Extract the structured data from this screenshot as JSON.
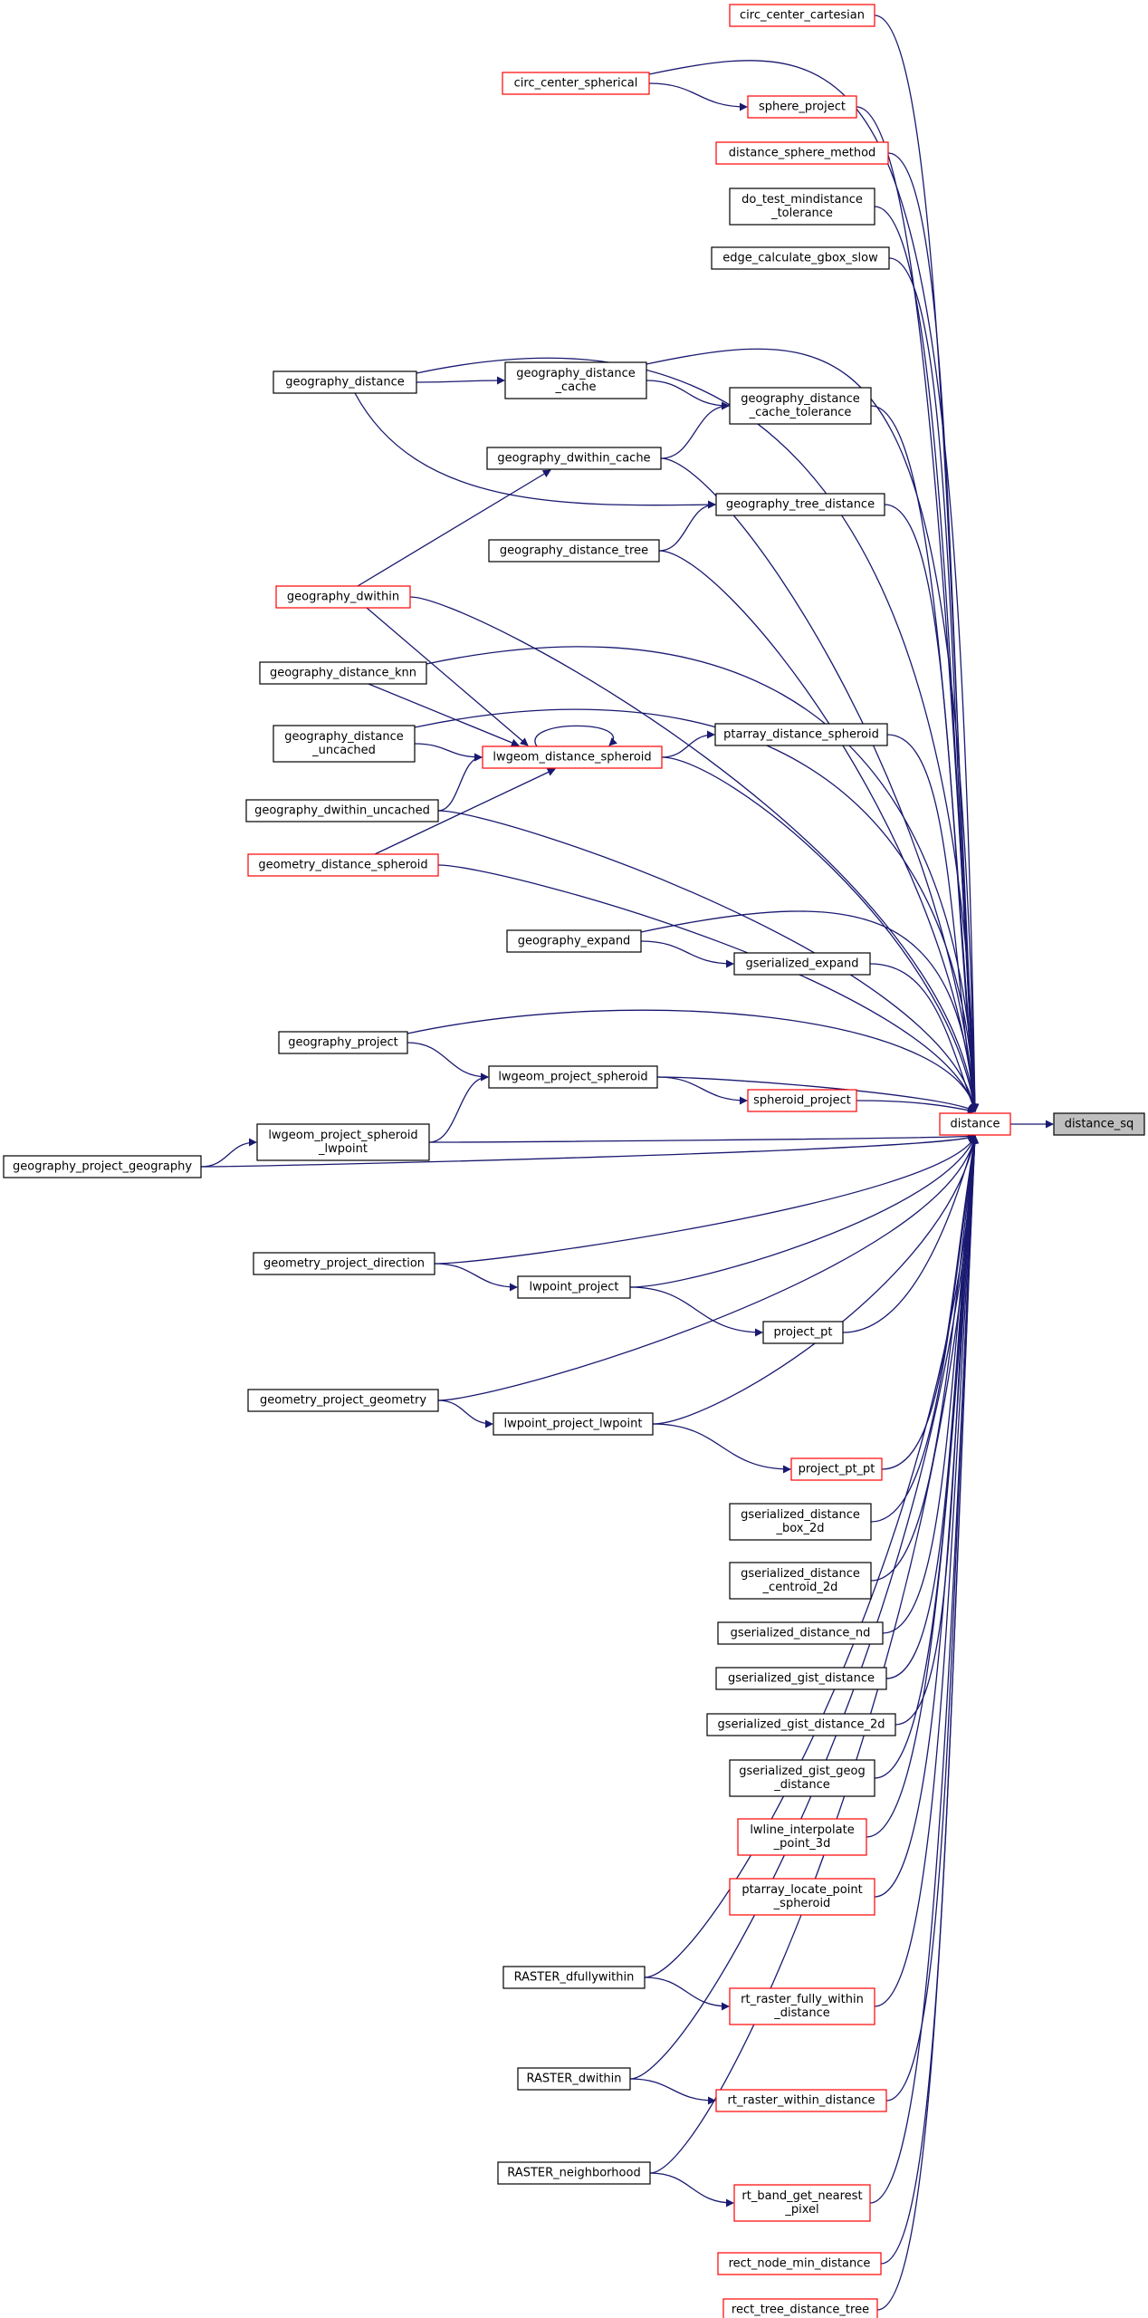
{
  "colors": {
    "edge": "#191970",
    "node_border_normal": "#000000",
    "node_border_truncated": "#ff0000",
    "node_fill": "#ffffff",
    "target_fill": "#bfbfbf",
    "background": "#ffffff"
  },
  "nodes": {
    "distance_sq": {
      "lines": [
        "distance_sq"
      ]
    },
    "distance": {
      "lines": [
        "distance"
      ]
    },
    "circ_center_cartesian": {
      "lines": [
        "circ_center_cartesian"
      ]
    },
    "circ_center_spherical": {
      "lines": [
        "circ_center_spherical"
      ]
    },
    "sphere_project": {
      "lines": [
        "sphere_project"
      ]
    },
    "distance_sphere_method": {
      "lines": [
        "distance_sphere_method"
      ]
    },
    "do_test_mindistance_tolerance": {
      "lines": [
        "do_test_mindistance",
        "_tolerance"
      ]
    },
    "edge_calculate_gbox_slow": {
      "lines": [
        "edge_calculate_gbox_slow"
      ]
    },
    "geography_distance": {
      "lines": [
        "geography_distance"
      ]
    },
    "geography_distance_cache": {
      "lines": [
        "geography_distance",
        "_cache"
      ]
    },
    "geography_distance_cache_tolerance": {
      "lines": [
        "geography_distance",
        "_cache_tolerance"
      ]
    },
    "geography_dwithin_cache": {
      "lines": [
        "geography_dwithin_cache"
      ]
    },
    "geography_tree_distance": {
      "lines": [
        "geography_tree_distance"
      ]
    },
    "geography_distance_tree": {
      "lines": [
        "geography_distance_tree"
      ]
    },
    "geography_dwithin": {
      "lines": [
        "geography_dwithin"
      ]
    },
    "geography_distance_knn": {
      "lines": [
        "geography_distance_knn"
      ]
    },
    "geography_distance_uncached": {
      "lines": [
        "geography_distance",
        "_uncached"
      ]
    },
    "ptarray_distance_spheroid": {
      "lines": [
        "ptarray_distance_spheroid"
      ]
    },
    "lwgeom_distance_spheroid": {
      "lines": [
        "lwgeom_distance_spheroid"
      ]
    },
    "geography_dwithin_uncached": {
      "lines": [
        "geography_dwithin_uncached"
      ]
    },
    "geometry_distance_spheroid": {
      "lines": [
        "geometry_distance_spheroid"
      ]
    },
    "geography_expand": {
      "lines": [
        "geography_expand"
      ]
    },
    "gserialized_expand": {
      "lines": [
        "gserialized_expand"
      ]
    },
    "geography_project": {
      "lines": [
        "geography_project"
      ]
    },
    "lwgeom_project_spheroid": {
      "lines": [
        "lwgeom_project_spheroid"
      ]
    },
    "spheroid_project": {
      "lines": [
        "spheroid_project"
      ]
    },
    "lwgeom_project_spheroid_lwpoint": {
      "lines": [
        "lwgeom_project_spheroid",
        "_lwpoint"
      ]
    },
    "geography_project_geography": {
      "lines": [
        "geography_project_geography"
      ]
    },
    "geometry_project_direction": {
      "lines": [
        "geometry_project_direction"
      ]
    },
    "lwpoint_project": {
      "lines": [
        "lwpoint_project"
      ]
    },
    "project_pt": {
      "lines": [
        "project_pt"
      ]
    },
    "geometry_project_geometry": {
      "lines": [
        "geometry_project_geometry"
      ]
    },
    "lwpoint_project_lwpoint": {
      "lines": [
        "lwpoint_project_lwpoint"
      ]
    },
    "project_pt_pt": {
      "lines": [
        "project_pt_pt"
      ]
    },
    "gserialized_distance_box_2d": {
      "lines": [
        "gserialized_distance",
        "_box_2d"
      ]
    },
    "gserialized_distance_centroid_2d": {
      "lines": [
        "gserialized_distance",
        "_centroid_2d"
      ]
    },
    "gserialized_distance_nd": {
      "lines": [
        "gserialized_distance_nd"
      ]
    },
    "gserialized_gist_distance": {
      "lines": [
        "gserialized_gist_distance"
      ]
    },
    "gserialized_gist_distance_2d": {
      "lines": [
        "gserialized_gist_distance_2d"
      ]
    },
    "gserialized_gist_geog_distance": {
      "lines": [
        "gserialized_gist_geog",
        "_distance"
      ]
    },
    "lwline_interpolate_point_3d": {
      "lines": [
        "lwline_interpolate",
        "_point_3d"
      ]
    },
    "ptarray_locate_point_spheroid": {
      "lines": [
        "ptarray_locate_point",
        "_spheroid"
      ]
    },
    "RASTER_dfullywithin": {
      "lines": [
        "RASTER_dfullywithin"
      ]
    },
    "rt_raster_fully_within_distance": {
      "lines": [
        "rt_raster_fully_within",
        "_distance"
      ]
    },
    "RASTER_dwithin": {
      "lines": [
        "RASTER_dwithin"
      ]
    },
    "rt_raster_within_distance": {
      "lines": [
        "rt_raster_within_distance"
      ]
    },
    "RASTER_neighborhood": {
      "lines": [
        "RASTER_neighborhood"
      ]
    },
    "rt_band_get_nearest_pixel": {
      "lines": [
        "rt_band_get_nearest",
        "_pixel"
      ]
    },
    "rect_node_min_distance": {
      "lines": [
        "rect_node_min_distance"
      ]
    },
    "rect_tree_distance_tree": {
      "lines": [
        "rect_tree_distance_tree"
      ]
    }
  }
}
